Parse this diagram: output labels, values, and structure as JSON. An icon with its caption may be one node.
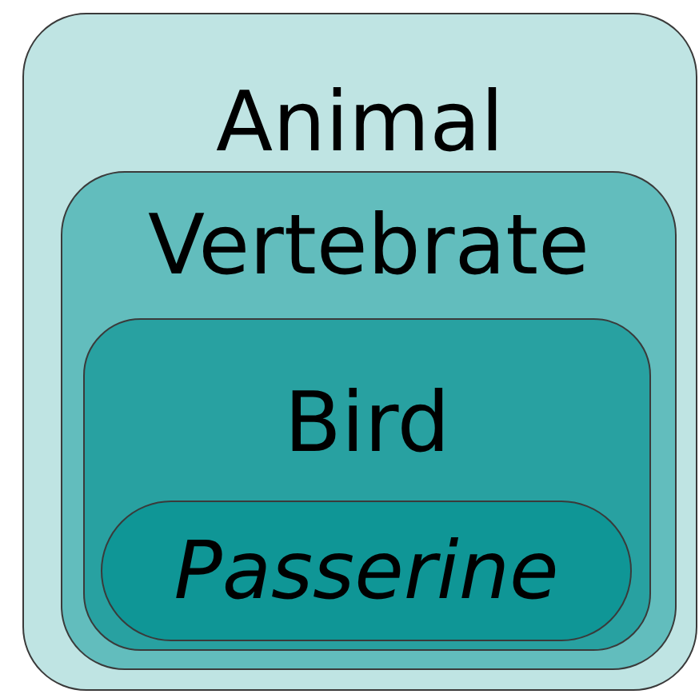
{
  "diagram": {
    "nodes": [
      {
        "text": [
          "Animal"
        ]
      },
      {
        "text": [
          "Vertebrate"
        ],
        "in": 0
      },
      {
        "text": [
          "Bird"
        ],
        "in": 1
      },
      {
        "text": [
          "Passerine"
        ],
        "in": 2
      }
    ]
  }
}
